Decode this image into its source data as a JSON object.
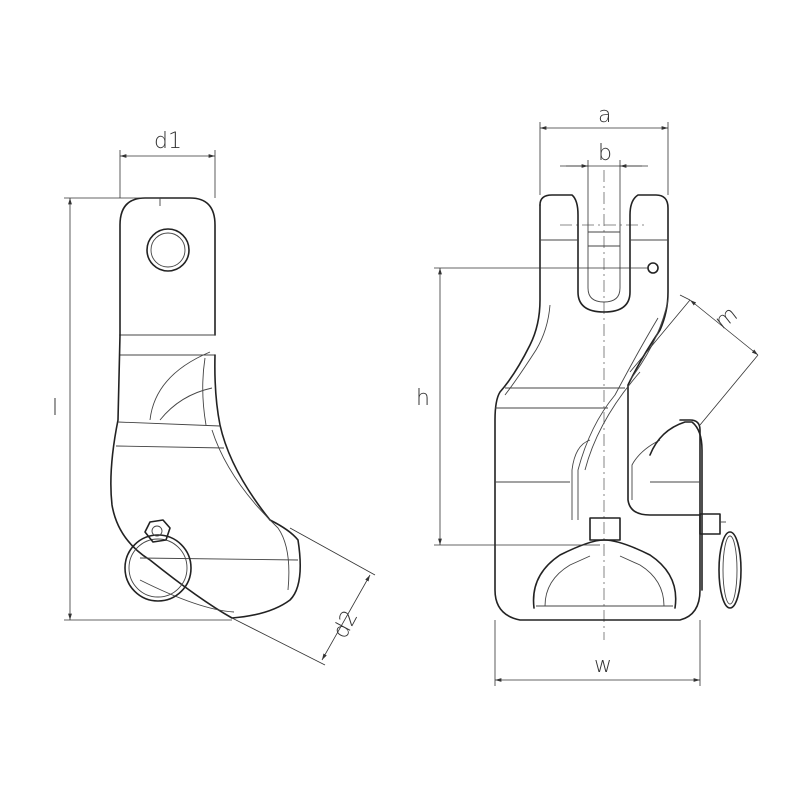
{
  "labels": {
    "d1": "d1",
    "l": "l",
    "d2": "d2",
    "a": "a",
    "b": "b",
    "h": "h",
    "m": "m",
    "w": "w"
  }
}
